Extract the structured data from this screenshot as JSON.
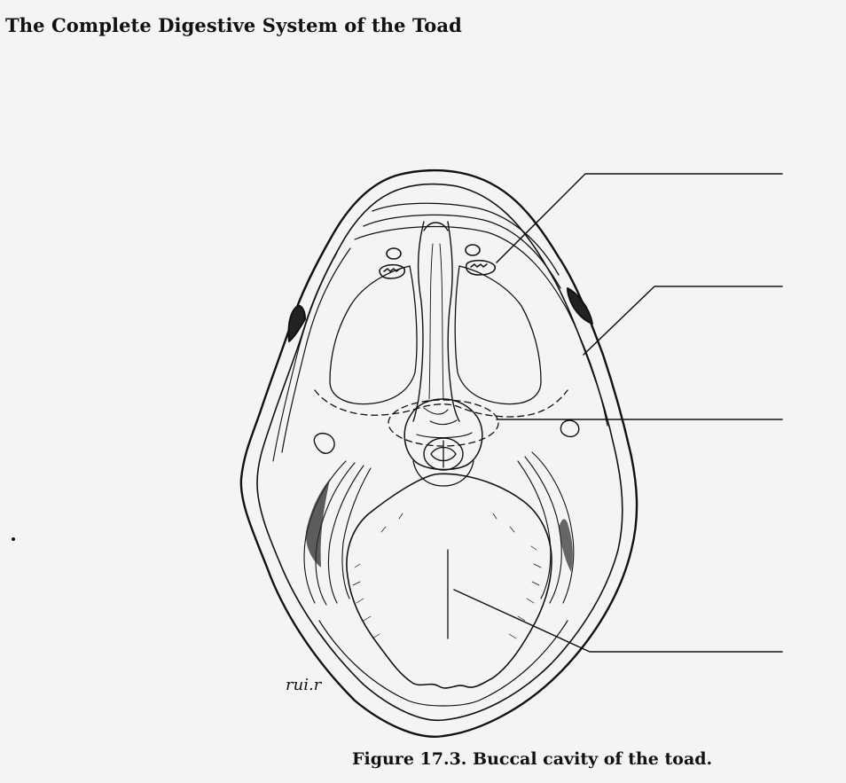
{
  "page": {
    "title": "The Complete Digestive System of the Toad"
  },
  "figure": {
    "caption": "Figure 17.3. Buccal cavity of the toad.",
    "signature": "rui.r",
    "label_lines": [
      {
        "name": "label-line-1",
        "text": ""
      },
      {
        "name": "label-line-2",
        "text": ""
      },
      {
        "name": "label-line-3",
        "text": ""
      },
      {
        "name": "label-line-4",
        "text": ""
      }
    ]
  },
  "colors": {
    "background": "#f4f4f2",
    "ink": "#111111"
  }
}
